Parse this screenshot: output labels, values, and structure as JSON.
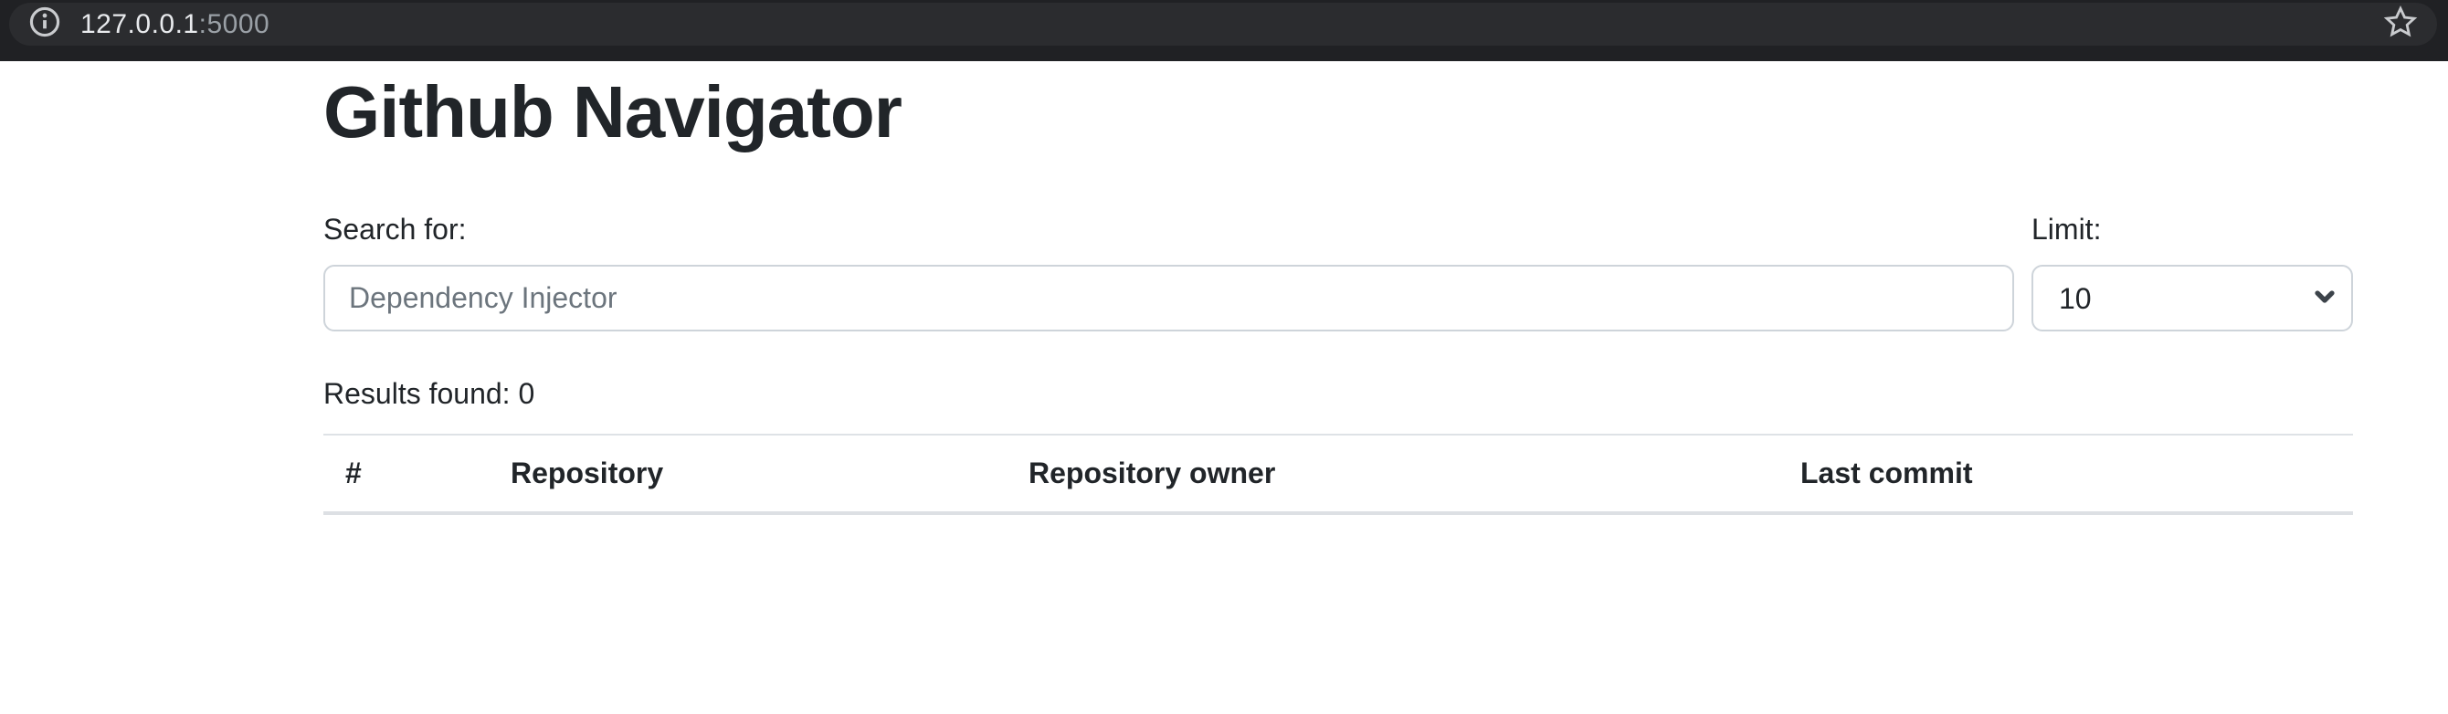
{
  "browser": {
    "url": {
      "host": "127.0.0.1",
      "port": ":5000"
    },
    "icons": {
      "site_info": "info-circle-icon",
      "bookmark": "star-outline-icon"
    },
    "colors": {
      "bar_bg": "#202124",
      "omnibox_bg": "#2b2c2f",
      "url_host": "#e8eaed",
      "url_port": "#9aa0a6"
    }
  },
  "page": {
    "title": "Github Navigator",
    "search": {
      "label": "Search for:",
      "placeholder": "Dependency Injector"
    },
    "limit": {
      "label": "Limit:",
      "selected_value": "10",
      "icons": {
        "caret": "chevron-down-icon"
      }
    },
    "results": {
      "label": "Results found:",
      "count": "0"
    },
    "table": {
      "columns": [
        "#",
        "Repository",
        "Repository owner",
        "Last commit"
      ],
      "rows": []
    },
    "colors": {
      "text_primary": "#212529",
      "placeholder": "#6c757d",
      "input_border": "#ced4da",
      "table_border": "#dee2e6"
    }
  }
}
